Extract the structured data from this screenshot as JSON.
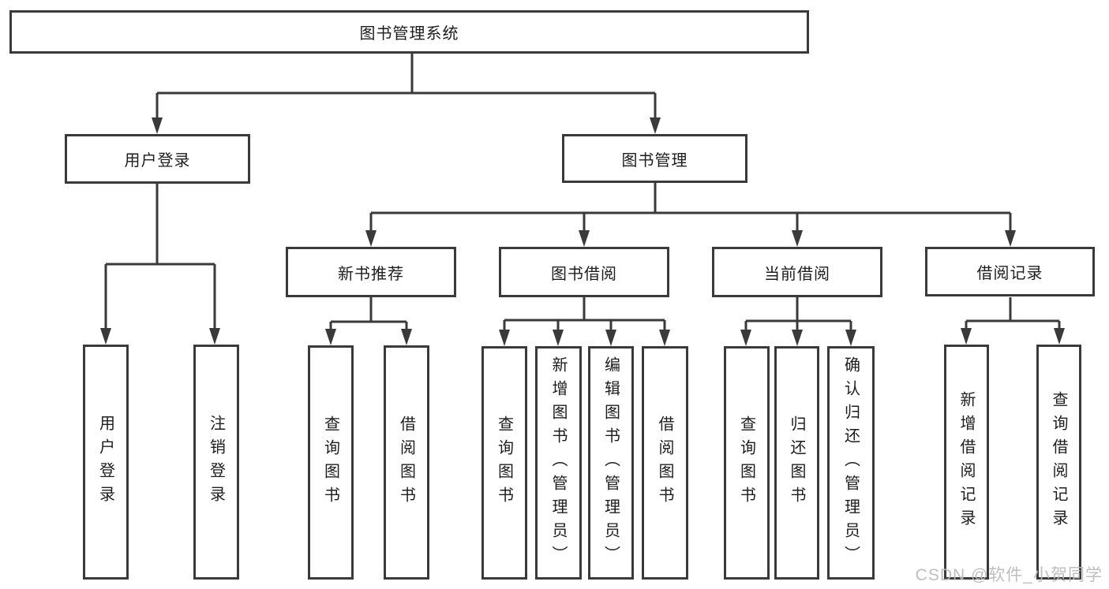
{
  "diagram": {
    "type": "function-structure-tree",
    "root": {
      "id": "library-management-system",
      "label": "图书管理系统"
    },
    "level2": [
      {
        "id": "user-login",
        "parent": "library-management-system",
        "label": "用户登录"
      },
      {
        "id": "book-management",
        "parent": "library-management-system",
        "label": "图书管理"
      }
    ],
    "level3": [
      {
        "id": "new-book-recommend",
        "parent": "book-management",
        "label": "新书推荐"
      },
      {
        "id": "book-borrow",
        "parent": "book-management",
        "label": "图书借阅"
      },
      {
        "id": "current-borrow",
        "parent": "book-management",
        "label": "当前借阅"
      },
      {
        "id": "borrow-records",
        "parent": "book-management",
        "label": "借阅记录"
      }
    ],
    "level4": [
      {
        "parent": "user-login",
        "label": "用户登录"
      },
      {
        "parent": "user-login",
        "label": "注销登录"
      },
      {
        "parent": "new-book-recommend",
        "label": "查询图书"
      },
      {
        "parent": "new-book-recommend",
        "label": "借阅图书"
      },
      {
        "parent": "book-borrow",
        "label": "查询图书"
      },
      {
        "parent": "book-borrow",
        "label": "新增图书（管理员）"
      },
      {
        "parent": "book-borrow",
        "label": "编辑图书（管理员）"
      },
      {
        "parent": "book-borrow",
        "label": "借阅图书"
      },
      {
        "parent": "current-borrow",
        "label": "查询图书"
      },
      {
        "parent": "current-borrow",
        "label": "归还图书"
      },
      {
        "parent": "current-borrow",
        "label": "确认归还（管理员）"
      },
      {
        "parent": "borrow-records",
        "label": "新增借阅记录"
      },
      {
        "parent": "borrow-records",
        "label": "查询借阅记录"
      }
    ],
    "watermark": "CSDN @软件_小贺同学",
    "colors": {
      "line": "#3a3a3a",
      "text": "#1d1d1d",
      "background": "#ffffff",
      "watermark": "#bababa"
    }
  }
}
